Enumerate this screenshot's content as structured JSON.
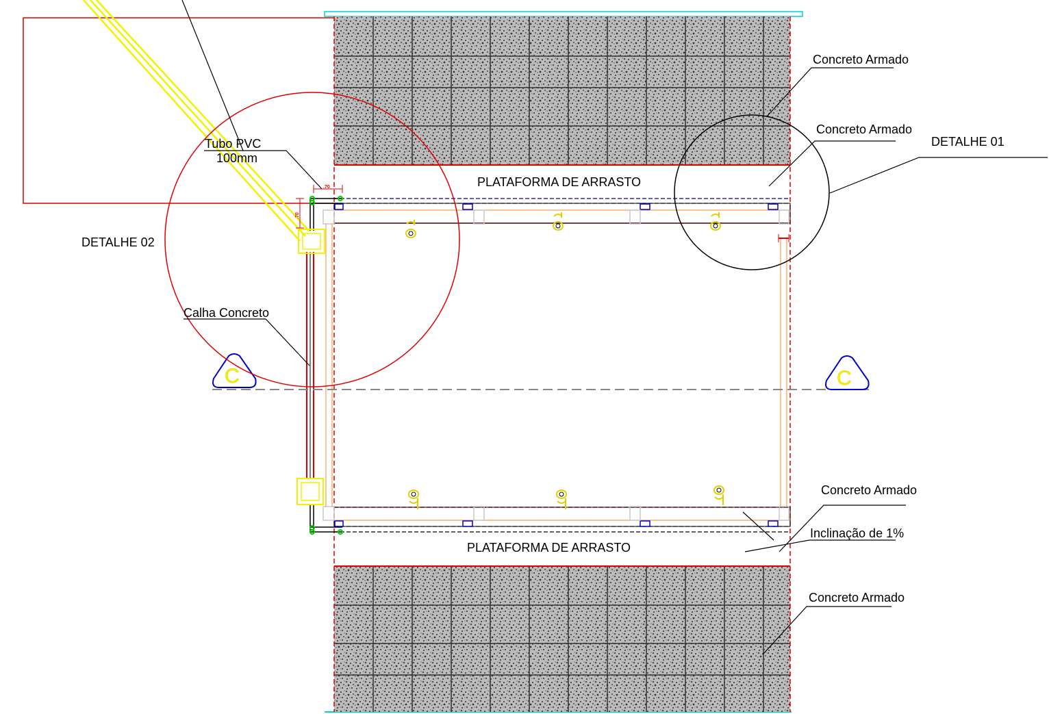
{
  "labels": {
    "concreto_armado_top_1": "Concreto Armado",
    "concreto_armado_top_2": "Concreto Armado",
    "detalhe_01": "DETALHE 01",
    "detalhe_02": "DETALHE 02",
    "tubo_pvc_line1": "Tubo PVC",
    "tubo_pvc_line2": "100mm",
    "plataforma_top": "PLATAFORMA DE ARRASTO",
    "plataforma_bottom": "PLATAFORMA DE ARRASTO",
    "calha_concreto": "Calha Concreto",
    "concreto_armado_bottom_1": "Concreto Armado",
    "inclinacao": "Inclinação de 1%",
    "concreto_armado_bottom_2": "Concreto Armado",
    "section_mark_left": "C",
    "section_mark_right": "C",
    "dim_top": ".70",
    "dim_side": ".70"
  },
  "colors": {
    "concrete_fill": "#9a9a9a",
    "outline_red": "#e00000",
    "pipe_yellow": "#f2f200",
    "section_blue": "#0000cc",
    "orange_line": "#f5a050",
    "cyan_line": "#00d0d0",
    "green_node": "#00cc00"
  }
}
